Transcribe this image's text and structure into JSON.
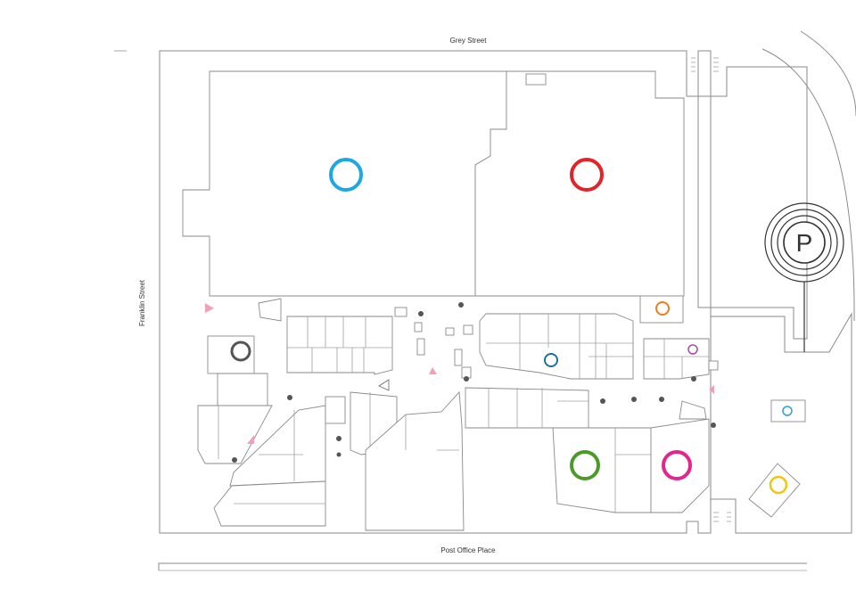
{
  "map": {
    "streets": {
      "top": "Grey Street",
      "bottom": "Post Office Place",
      "left": "Franklin Street"
    },
    "parking": {
      "label": "P"
    },
    "markers": [
      {
        "id": "anchor-left",
        "color": "#1ea7e1"
      },
      {
        "id": "anchor-right",
        "color": "#e3222a"
      },
      {
        "id": "orange-marker",
        "color": "#f07d1a"
      },
      {
        "id": "grey-marker",
        "color": "#555555"
      },
      {
        "id": "teal-marker",
        "color": "#1f6f9c"
      },
      {
        "id": "purple-marker",
        "color": "#a44ca6"
      },
      {
        "id": "green-marker",
        "color": "#4c9a2a"
      },
      {
        "id": "magenta-marker",
        "color": "#e5258d"
      },
      {
        "id": "lightblue-marker",
        "color": "#2f9ed8"
      },
      {
        "id": "yellow-marker",
        "color": "#f1c40f"
      }
    ],
    "colors": {
      "wall": "#8a8a8a",
      "entry_triangle": "#f3a0b5",
      "parking_ring": "#333333"
    }
  }
}
